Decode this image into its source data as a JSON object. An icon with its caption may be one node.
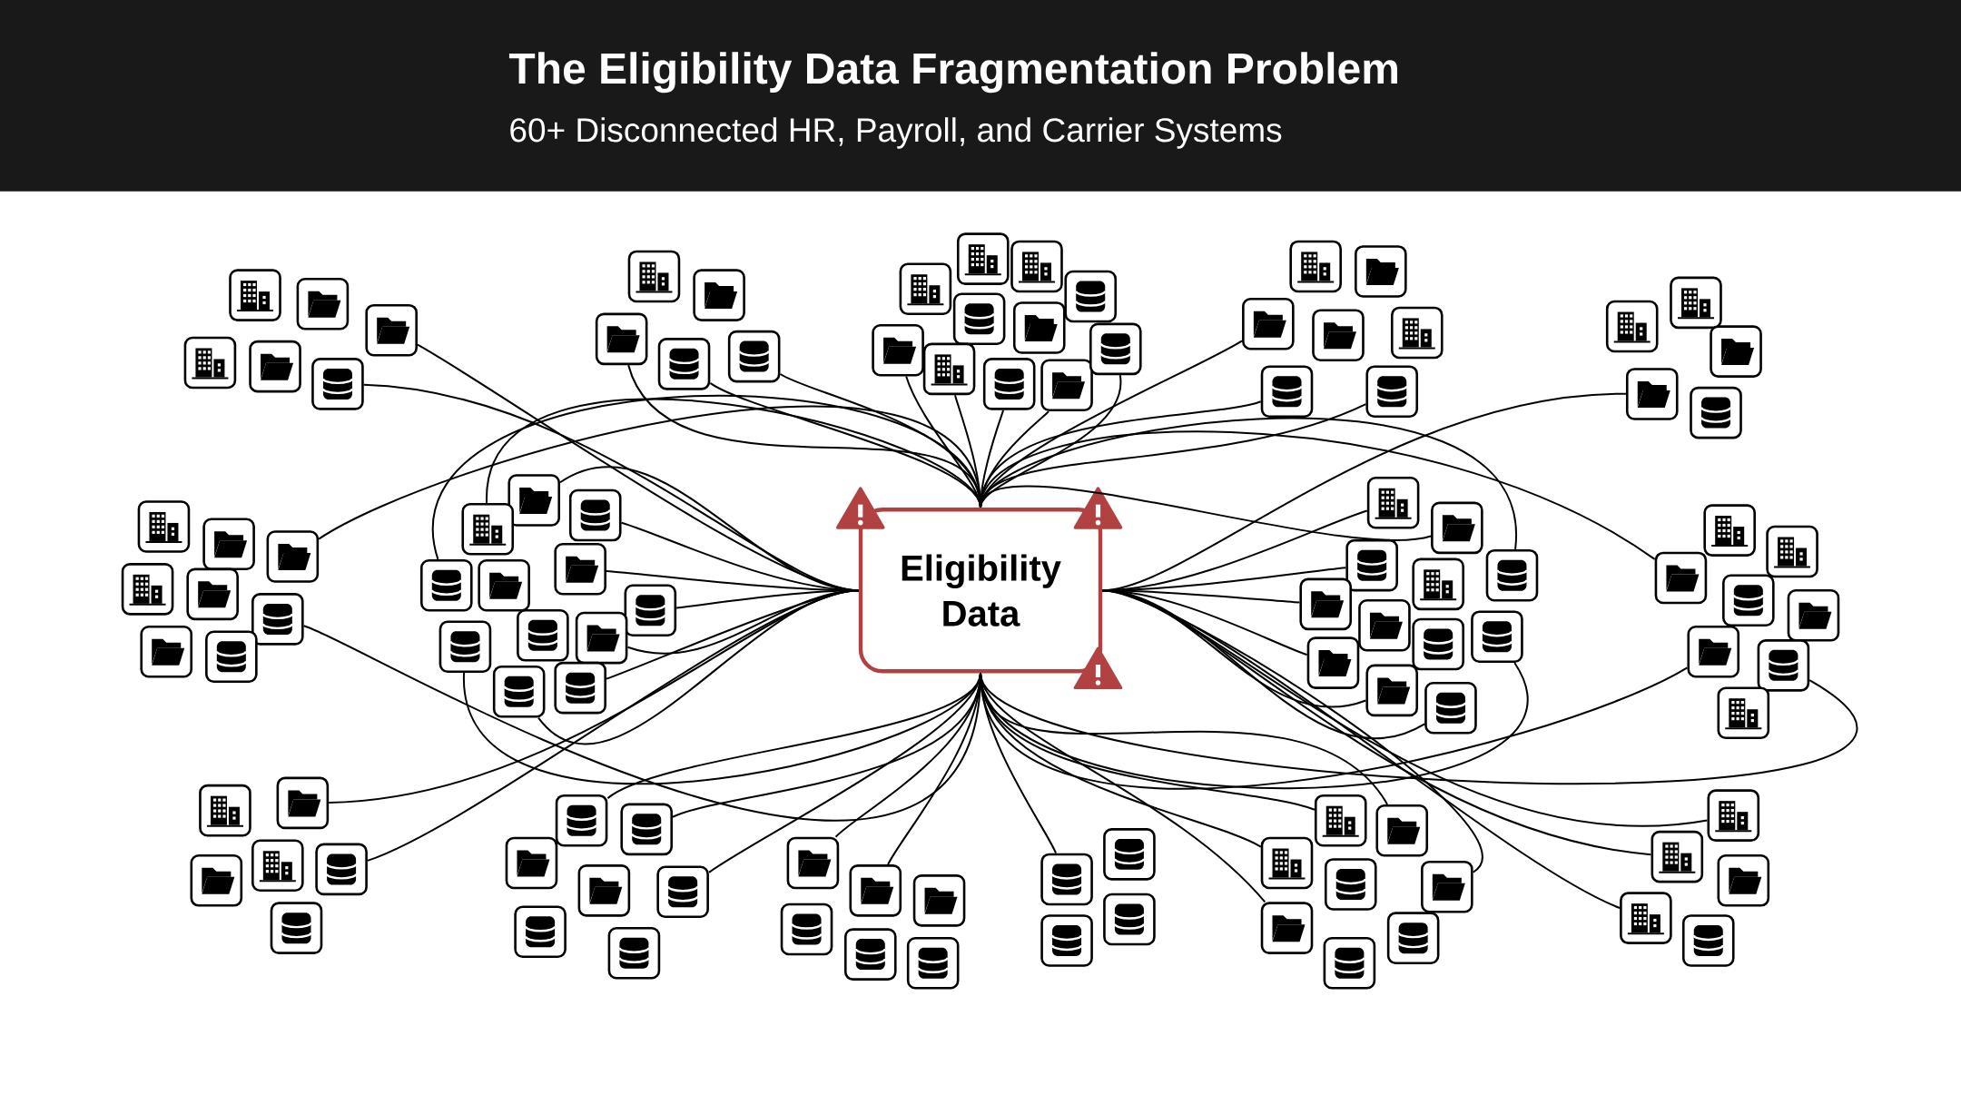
{
  "diagram": {
    "title": "The Eligibility Data Fragmentation Problem",
    "labels": [
      "60+ Disconnected HR, Payroll, and Carrier Systems"
    ],
    "nodes": [
      {
        "text": [
          "Eligibility Data"
        ]
      },
      {
        "text": [],
        "shape": "building"
      },
      {
        "text": [],
        "shape": "folder"
      },
      {
        "text": [],
        "shape": "folder"
      },
      {
        "text": [],
        "shape": "building"
      },
      {
        "text": [],
        "shape": "folder"
      },
      {
        "text": [],
        "shape": "cylinder"
      },
      {
        "text": [],
        "shape": "building"
      },
      {
        "text": [],
        "shape": "folder"
      },
      {
        "text": [],
        "shape": "folder"
      },
      {
        "text": [],
        "shape": "cylinder"
      },
      {
        "text": [],
        "shape": "cylinder"
      },
      {
        "text": [],
        "shape": "building"
      },
      {
        "text": [],
        "shape": "building"
      },
      {
        "text": [],
        "shape": "building"
      },
      {
        "text": [],
        "shape": "cylinder"
      },
      {
        "text": [],
        "shape": "cylinder"
      },
      {
        "text": [],
        "shape": "folder"
      },
      {
        "text": [],
        "shape": "folder"
      },
      {
        "text": [],
        "shape": "building"
      },
      {
        "text": [],
        "shape": "cylinder"
      },
      {
        "text": [],
        "shape": "folder"
      },
      {
        "text": [],
        "shape": "cylinder"
      },
      {
        "text": [],
        "shape": "building"
      },
      {
        "text": [],
        "shape": "folder"
      },
      {
        "text": [],
        "shape": "folder"
      },
      {
        "text": [],
        "shape": "folder"
      },
      {
        "text": [],
        "shape": "building"
      },
      {
        "text": [],
        "shape": "cylinder"
      },
      {
        "text": [],
        "shape": "cylinder"
      },
      {
        "text": [],
        "shape": "building"
      },
      {
        "text": [],
        "shape": "building"
      },
      {
        "text": [],
        "shape": "folder"
      },
      {
        "text": [],
        "shape": "folder"
      },
      {
        "text": [],
        "shape": "cylinder"
      },
      {
        "text": [],
        "shape": "building"
      },
      {
        "text": [],
        "shape": "folder"
      },
      {
        "text": [],
        "shape": "folder"
      },
      {
        "text": [],
        "shape": "building"
      },
      {
        "text": [],
        "shape": "folder"
      },
      {
        "text": [],
        "shape": "cylinder"
      },
      {
        "text": [],
        "shape": "folder"
      },
      {
        "text": [],
        "shape": "cylinder"
      },
      {
        "text": [],
        "shape": "folder"
      },
      {
        "text": [],
        "shape": "cylinder"
      },
      {
        "text": [],
        "shape": "building"
      },
      {
        "text": [],
        "shape": "folder"
      },
      {
        "text": [],
        "shape": "cylinder"
      },
      {
        "text": [],
        "shape": "folder"
      },
      {
        "text": [],
        "shape": "cylinder"
      },
      {
        "text": [],
        "shape": "cylinder"
      },
      {
        "text": [],
        "shape": "cylinder"
      },
      {
        "text": [],
        "shape": "folder"
      },
      {
        "text": [],
        "shape": "cylinder"
      },
      {
        "text": [],
        "shape": "cylinder"
      },
      {
        "text": [],
        "shape": "building"
      },
      {
        "text": [],
        "shape": "folder"
      },
      {
        "text": [],
        "shape": "cylinder"
      },
      {
        "text": [],
        "shape": "cylinder"
      },
      {
        "text": [],
        "shape": "building"
      },
      {
        "text": [],
        "shape": "folder"
      },
      {
        "text": [],
        "shape": "folder"
      },
      {
        "text": [],
        "shape": "cylinder"
      },
      {
        "text": [],
        "shape": "cylinder"
      },
      {
        "text": [],
        "shape": "folder"
      },
      {
        "text": [],
        "shape": "folder"
      },
      {
        "text": [],
        "shape": "cylinder"
      },
      {
        "text": [],
        "shape": "building"
      },
      {
        "text": [],
        "shape": "building"
      },
      {
        "text": [],
        "shape": "folder"
      },
      {
        "text": [],
        "shape": "cylinder"
      },
      {
        "text": [],
        "shape": "folder"
      },
      {
        "text": [],
        "shape": "folder"
      },
      {
        "text": [],
        "shape": "cylinder"
      },
      {
        "text": [],
        "shape": "building"
      },
      {
        "text": [],
        "shape": "building"
      },
      {
        "text": [],
        "shape": "folder"
      },
      {
        "text": [],
        "shape": "folder"
      },
      {
        "text": [],
        "shape": "building"
      },
      {
        "text": [],
        "shape": "cylinder"
      },
      {
        "text": [],
        "shape": "cylinder"
      },
      {
        "text": [],
        "shape": "cylinder"
      },
      {
        "text": [],
        "shape": "cylinder"
      },
      {
        "text": [],
        "shape": "folder"
      },
      {
        "text": [],
        "shape": "folder"
      },
      {
        "text": [],
        "shape": "cylinder"
      },
      {
        "text": [],
        "shape": "cylinder"
      },
      {
        "text": [],
        "shape": "cylinder"
      },
      {
        "text": [],
        "shape": "folder"
      },
      {
        "text": [],
        "shape": "folder"
      },
      {
        "text": [],
        "shape": "folder"
      },
      {
        "text": [],
        "shape": "cylinder"
      },
      {
        "text": [],
        "shape": "cylinder"
      },
      {
        "text": [],
        "shape": "cylinder"
      },
      {
        "text": [],
        "shape": "cylinder"
      },
      {
        "text": [],
        "shape": "cylinder"
      },
      {
        "text": [],
        "shape": "cylinder"
      },
      {
        "text": [],
        "shape": "cylinder"
      },
      {
        "text": [],
        "shape": "building"
      },
      {
        "text": [],
        "shape": "folder"
      },
      {
        "text": [],
        "shape": "building"
      },
      {
        "text": [],
        "shape": "cylinder"
      },
      {
        "text": [],
        "shape": "folder"
      },
      {
        "text": [],
        "shape": "folder"
      },
      {
        "text": [],
        "shape": "cylinder"
      },
      {
        "text": [],
        "shape": "cylinder"
      },
      {
        "text": [],
        "shape": "building"
      },
      {
        "text": [],
        "shape": "building"
      },
      {
        "text": [],
        "shape": "folder"
      },
      {
        "text": [],
        "shape": "building"
      },
      {
        "text": [],
        "shape": "cylinder"
      }
    ],
    "edges": [
      {
        "from": 3,
        "to": 0,
        "arrow": "none"
      },
      {
        "from": 6,
        "to": 0,
        "arrow": "none"
      },
      {
        "from": 9,
        "to": 0,
        "arrow": "none"
      },
      {
        "from": 10,
        "to": 0,
        "arrow": "none"
      },
      {
        "from": 11,
        "to": 0,
        "arrow": "none"
      },
      {
        "from": 18,
        "to": 0,
        "arrow": "none"
      },
      {
        "from": 19,
        "to": 0,
        "arrow": "none"
      },
      {
        "from": 20,
        "to": 0,
        "arrow": "none"
      },
      {
        "from": 21,
        "to": 0,
        "arrow": "none"
      },
      {
        "from": 22,
        "to": 0,
        "arrow": "none"
      },
      {
        "from": 25,
        "to": 0,
        "arrow": "none"
      },
      {
        "from": 28,
        "to": 0,
        "arrow": "none"
      },
      {
        "from": 29,
        "to": 0,
        "arrow": "none"
      },
      {
        "from": 33,
        "to": 0,
        "arrow": "none"
      },
      {
        "from": 37,
        "to": 0,
        "arrow": "none"
      },
      {
        "from": 40,
        "to": 0,
        "arrow": "none"
      },
      {
        "from": 43,
        "to": 0,
        "arrow": "none"
      },
      {
        "from": 44,
        "to": 0,
        "arrow": "none"
      },
      {
        "from": 45,
        "to": 0,
        "arrow": "none"
      },
      {
        "from": 46,
        "to": 0,
        "arrow": "none"
      },
      {
        "from": 47,
        "to": 0,
        "arrow": "none"
      },
      {
        "from": 49,
        "to": 0,
        "arrow": "none"
      },
      {
        "from": 50,
        "to": 0,
        "arrow": "none"
      },
      {
        "from": 53,
        "to": 0,
        "arrow": "none"
      },
      {
        "from": 52,
        "to": 0,
        "arrow": "none"
      },
      {
        "from": 54,
        "to": 0,
        "arrow": "none"
      },
      {
        "from": 55,
        "to": 0,
        "arrow": "none"
      },
      {
        "from": 56,
        "to": 0,
        "arrow": "none"
      },
      {
        "from": 57,
        "to": 0,
        "arrow": "none"
      },
      {
        "from": 58,
        "to": 0,
        "arrow": "none"
      },
      {
        "from": 60,
        "to": 0,
        "arrow": "none"
      },
      {
        "from": 99,
        "to": 0,
        "arrow": "none"
      },
      {
        "from": 102,
        "to": 0,
        "arrow": "none"
      },
      {
        "from": 63,
        "to": 0,
        "arrow": "none"
      },
      {
        "from": 64,
        "to": 0,
        "arrow": "none"
      },
      {
        "from": 65,
        "to": 0,
        "arrow": "none"
      },
      {
        "from": 66,
        "to": 0,
        "arrow": "none"
      },
      {
        "from": 69,
        "to": 0,
        "arrow": "none"
      },
      {
        "from": 72,
        "to": 0,
        "arrow": "none"
      },
      {
        "from": 73,
        "to": 0,
        "arrow": "none"
      },
      {
        "from": 76,
        "to": 0,
        "arrow": "none"
      },
      {
        "from": 79,
        "to": 0,
        "arrow": "none"
      },
      {
        "from": 81,
        "to": 0,
        "arrow": "none"
      },
      {
        "from": 82,
        "to": 0,
        "arrow": "none"
      },
      {
        "from": 85,
        "to": 0,
        "arrow": "none"
      },
      {
        "from": 88,
        "to": 0,
        "arrow": "none"
      },
      {
        "from": 89,
        "to": 0,
        "arrow": "none"
      },
      {
        "from": 95,
        "to": 0,
        "arrow": "none"
      },
      {
        "from": 98,
        "to": 0,
        "arrow": "none"
      },
      {
        "from": 100,
        "to": 0,
        "arrow": "none"
      },
      {
        "from": 103,
        "to": 0,
        "arrow": "none"
      },
      {
        "from": 106,
        "to": 0,
        "arrow": "none"
      },
      {
        "from": 107,
        "to": 0,
        "arrow": "none"
      },
      {
        "from": 109,
        "to": 0,
        "arrow": "none"
      }
    ]
  }
}
